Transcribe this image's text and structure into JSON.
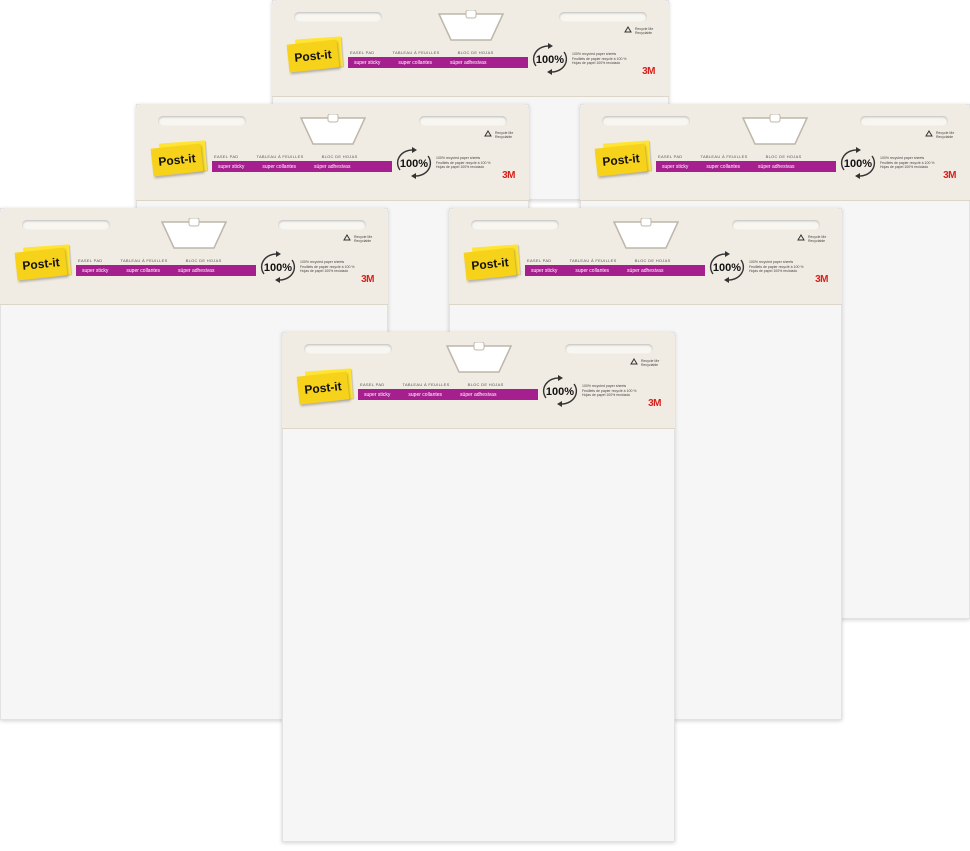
{
  "product": {
    "brand": "Post-it",
    "titles": [
      "EASEL PAD",
      "TABLEAU À FEUILLES",
      "BLOC DE HOJAS"
    ],
    "band": [
      "super sticky",
      "super collantes",
      "súper adhesivas"
    ],
    "percent": "100%",
    "recycled_lines": [
      "100% recycled paper sheets",
      "Feuillets de papier recyclé à 100 %",
      "Hojas de papel 100% reciclado"
    ],
    "recycle_badge": "Recycle Me Recyclable",
    "maker": "3M"
  },
  "colors": {
    "band": "#a51f8e",
    "note": "#f7d21b",
    "header": "#f1ece3",
    "maker": "#d8201c"
  },
  "icons": [
    "easel-handle-icon",
    "recycle-arrows-icon",
    "recycle-symbol-icon"
  ],
  "pad_count": 6
}
